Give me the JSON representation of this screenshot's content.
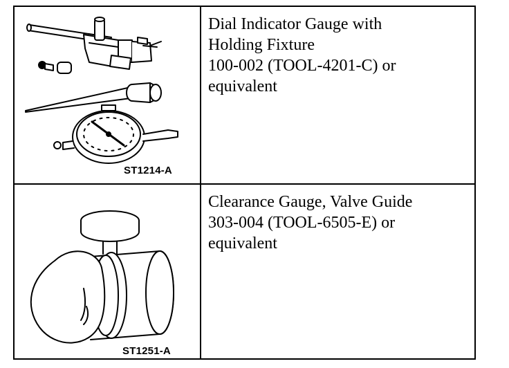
{
  "tools": [
    {
      "illustration_code": "ST1214-A",
      "icon": "dial-indicator-with-holding-fixture",
      "lines": [
        "Dial Indicator Gauge with",
        "Holding Fixture",
        "100-002 (TOOL-4201-C) or",
        "equivalent"
      ]
    },
    {
      "illustration_code": "ST1251-A",
      "icon": "valve-guide-clearance-gauge",
      "lines": [
        "Clearance Gauge, Valve Guide",
        "303-004 (TOOL-6505-E) or",
        "equivalent"
      ]
    }
  ]
}
